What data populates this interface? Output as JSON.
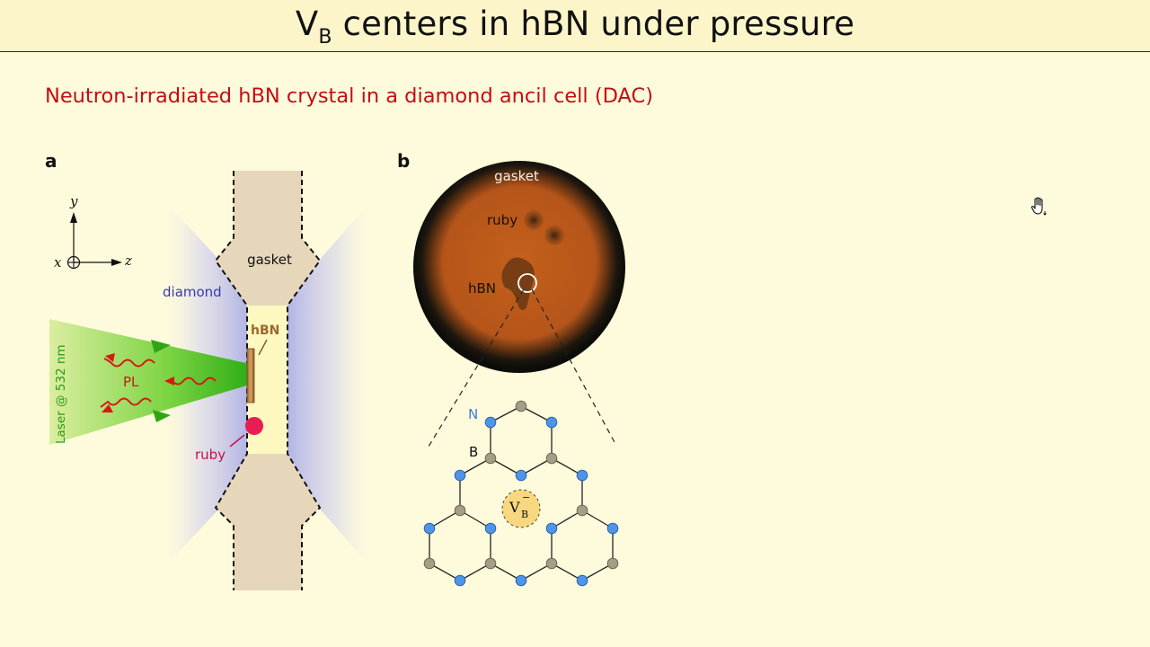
{
  "slide": {
    "title_main": "V",
    "title_sub": "B",
    "title_rest": " centers in hBN under pressure",
    "subtitle": "Neutron-irradiated hBN crystal in a diamond ancil cell (DAC)"
  },
  "panel_a": {
    "label": "a",
    "axis_y": "y",
    "axis_x": "x",
    "axis_z": "z",
    "gasket": "gasket",
    "diamond": "diamond",
    "hbn": "hBN",
    "laser": "Laser @ 532 nm",
    "pl": "PL",
    "ruby": "ruby"
  },
  "panel_b": {
    "label": "b",
    "gasket": "gasket",
    "ruby": "ruby",
    "hbn": "hBN",
    "n_label": "N",
    "b_label": "B",
    "vb_main": "V",
    "vb_sub": "B",
    "vb_sup": "−"
  },
  "colors": {
    "title_bar": "#fbf5c9",
    "background": "#fefbdc",
    "subtitle": "#c40d14",
    "gasket_fill": "#e6d7bb",
    "diamond_glow": "#b9b8e8",
    "laser_green": "#3cb81c",
    "pl_red": "#d61a10",
    "ruby_pink": "#e81d52",
    "nitrogen": "#4f95e6",
    "boron": "#a59d85",
    "vacancy": "#f8d77f"
  },
  "icons": [
    "hand-cursor-icon"
  ]
}
